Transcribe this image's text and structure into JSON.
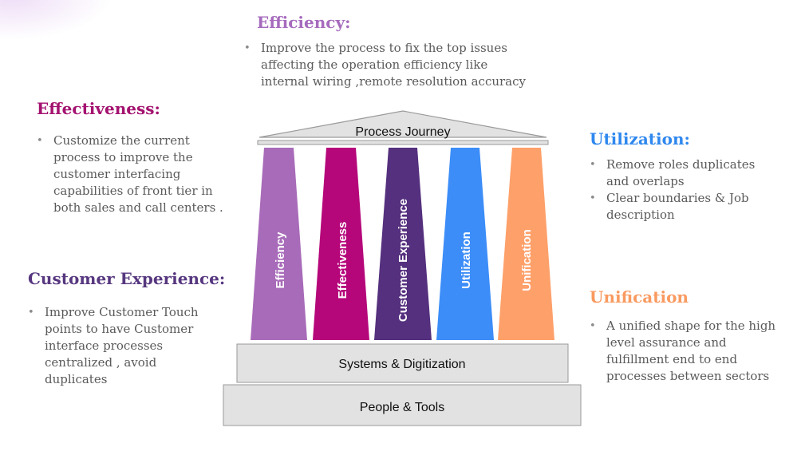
{
  "colors": {
    "efficiency": "#a86bb9",
    "effectiveness": "#b5077a",
    "customer_experience": "#55307e",
    "utilization": "#3c8df8",
    "unification": "#fea06a",
    "efficiency_heading": "#a66bbd",
    "effectiveness_heading": "#a3126f",
    "cx_heading": "#57377f",
    "utilization_heading": "#2e87ee",
    "unification_heading": "#f99a60",
    "base": "#e2e2e2",
    "base_border": "#9a9a9a"
  },
  "sections": {
    "efficiency": {
      "heading": "Efficiency:",
      "bullets": [
        "Improve the process to fix the top issues affecting the operation efficiency like internal wiring ,remote resolution accuracy"
      ]
    },
    "effectiveness": {
      "heading": "Effectiveness:",
      "bullets": [
        "Customize the current process to improve the customer interfacing capabilities of front tier in both sales and call centers ."
      ]
    },
    "customer_experience": {
      "heading": "Customer Experience:",
      "bullets": [
        "Improve Customer Touch points to have Customer interface processes centralized , avoid duplicates"
      ]
    },
    "utilization": {
      "heading": "Utilization:",
      "bullets": [
        "Remove roles duplicates and overlaps",
        "Clear boundaries & Job description"
      ]
    },
    "unification": {
      "heading": "Unification",
      "bullets": [
        "A unified shape for the high level assurance and fulfillment end to end processes between sectors"
      ]
    }
  },
  "temple": {
    "roof_label": "Process Journey",
    "pillars": [
      "Efficiency",
      "Effectiveness",
      "Customer Experience",
      "Utilization",
      "Unification"
    ],
    "base_top_label": "Systems & Digitization",
    "base_bottom_label": "People & Tools"
  }
}
